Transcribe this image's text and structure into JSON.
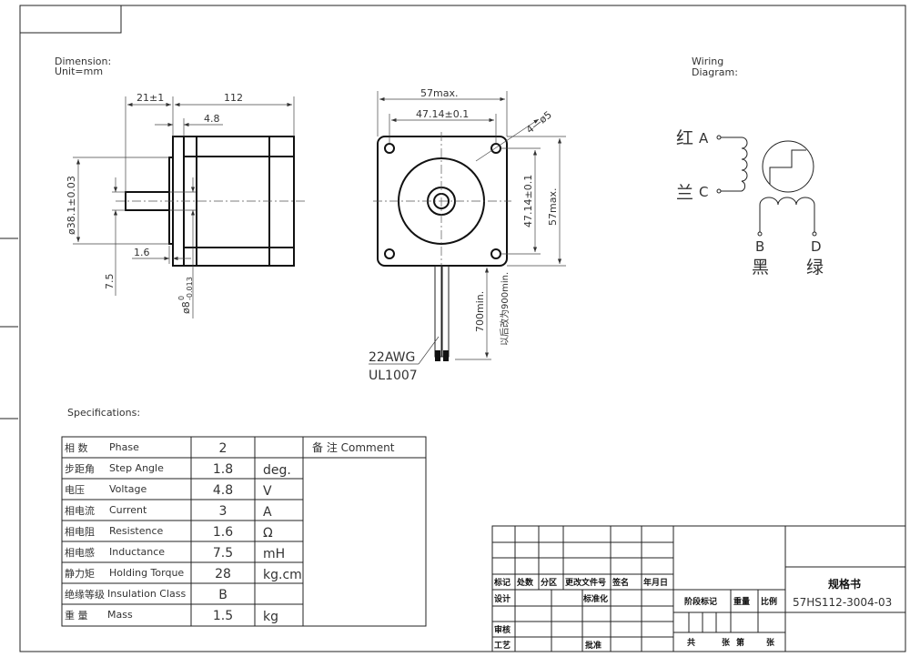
{
  "dimension": {
    "label": "Dimension:",
    "unit": "Unit=mm"
  },
  "side_view": {
    "shaft_length": "21±1",
    "body_length": "112",
    "flange_thickness": "4.8",
    "pilot_diameter": "ø38.1±0.03",
    "pilot_height": "1.6",
    "flat": "7.5",
    "shaft_diameter": "ø8",
    "shaft_tol_upper": "0",
    "shaft_tol_lower": "-0.013"
  },
  "front_view": {
    "width_max": "57max.",
    "hole_spacing_h": "47.14±0.1",
    "holes": "4—ø5",
    "hole_spacing_v": "47.14±0.1",
    "height_max": "57max.",
    "lead_length": "700min.",
    "lead_note": "以后改为900min.",
    "wire_gauge": "22AWG",
    "wire_type": "UL1007"
  },
  "wiring": {
    "label1": "Wiring",
    "label2": "Diagram:",
    "a_color": "红",
    "a_label": "A",
    "c_color": "兰",
    "c_label": "C",
    "b_label": "B",
    "d_label": "D",
    "b_color": "黑",
    "d_color": "绿"
  },
  "specifications": {
    "title": "Specifications:",
    "comment_header": "备 注 Comment",
    "rows": [
      {
        "cn": "相  数",
        "en": "Phase",
        "value": "2",
        "unit": ""
      },
      {
        "cn": "步距角",
        "en": "Step Angle",
        "value": "1.8",
        "unit": "deg."
      },
      {
        "cn": "电压",
        "en": "Voltage",
        "value": "4.8",
        "unit": "V"
      },
      {
        "cn": "相电流",
        "en": "Current",
        "value": "3",
        "unit": "A"
      },
      {
        "cn": "相电阻",
        "en": "Resistence",
        "value": "1.6",
        "unit": "Ω"
      },
      {
        "cn": "相电感",
        "en": "Inductance",
        "value": "7.5",
        "unit": "mH"
      },
      {
        "cn": "静力矩",
        "en": "Holding Torque",
        "value": "28",
        "unit": "kg.cm"
      },
      {
        "cn": "绝缘等级",
        "en": "Insulation Class",
        "value": "B",
        "unit": ""
      },
      {
        "cn": "重  量",
        "en": "Mass",
        "value": "1.5",
        "unit": "kg"
      }
    ]
  },
  "title_block": {
    "headers": [
      "标记",
      "处数",
      "分区",
      "更改文件号",
      "签名",
      "年月日"
    ],
    "design": "设计",
    "standardization": "标准化",
    "review": "审核",
    "process": "工艺",
    "approve": "批准",
    "stage_mark": "阶段标记",
    "weight": "重量",
    "scale": "比例",
    "total": "共",
    "sheets": "张",
    "sheet_no": "第",
    "sheets2": "张",
    "doc_title": "规格书",
    "model": "57HS112-3004-03"
  }
}
